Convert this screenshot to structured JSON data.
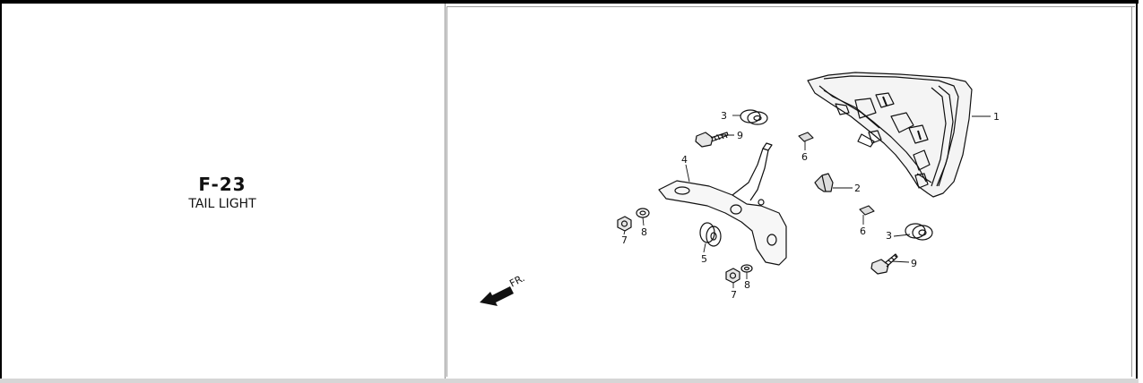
{
  "section": {
    "code": "F-23",
    "name": "TAIL LIGHT"
  },
  "diagram": {
    "front_label": "FR.",
    "callouts": [
      "1",
      "2",
      "3",
      "3",
      "4",
      "5",
      "6",
      "6",
      "7",
      "7",
      "8",
      "8",
      "9",
      "9"
    ]
  }
}
